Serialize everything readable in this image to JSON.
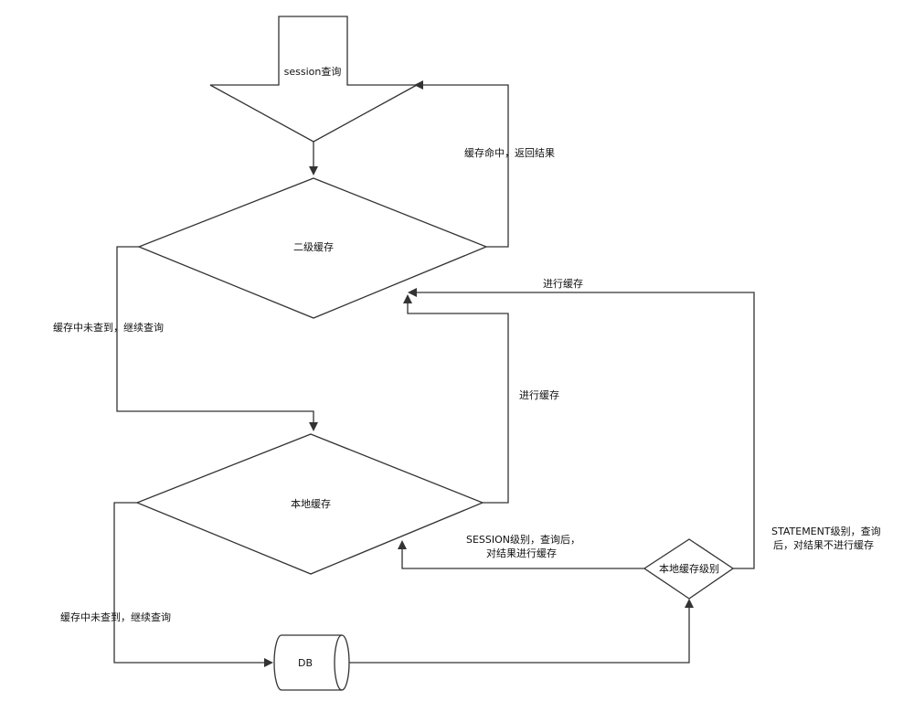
{
  "nodes": {
    "session_query": "session查询",
    "second_level_cache": "二级缓存",
    "local_cache": "本地缓存",
    "local_cache_scope": "本地缓存级别",
    "db": "DB"
  },
  "edge_labels": {
    "cache_hit_return": "缓存命中，返回结果",
    "miss_continue_1": "缓存中未查到，继续查询",
    "miss_continue_2": "缓存中未查到，继续查询",
    "do_cache_1": "进行缓存",
    "do_cache_2": "进行缓存",
    "session_scope_line1": "SESSION级别，查询后，",
    "session_scope_line2": "对结果进行缓存",
    "statement_scope_line1": "STATEMENT级别，查询",
    "statement_scope_line2": "后，对结果不进行缓存"
  }
}
